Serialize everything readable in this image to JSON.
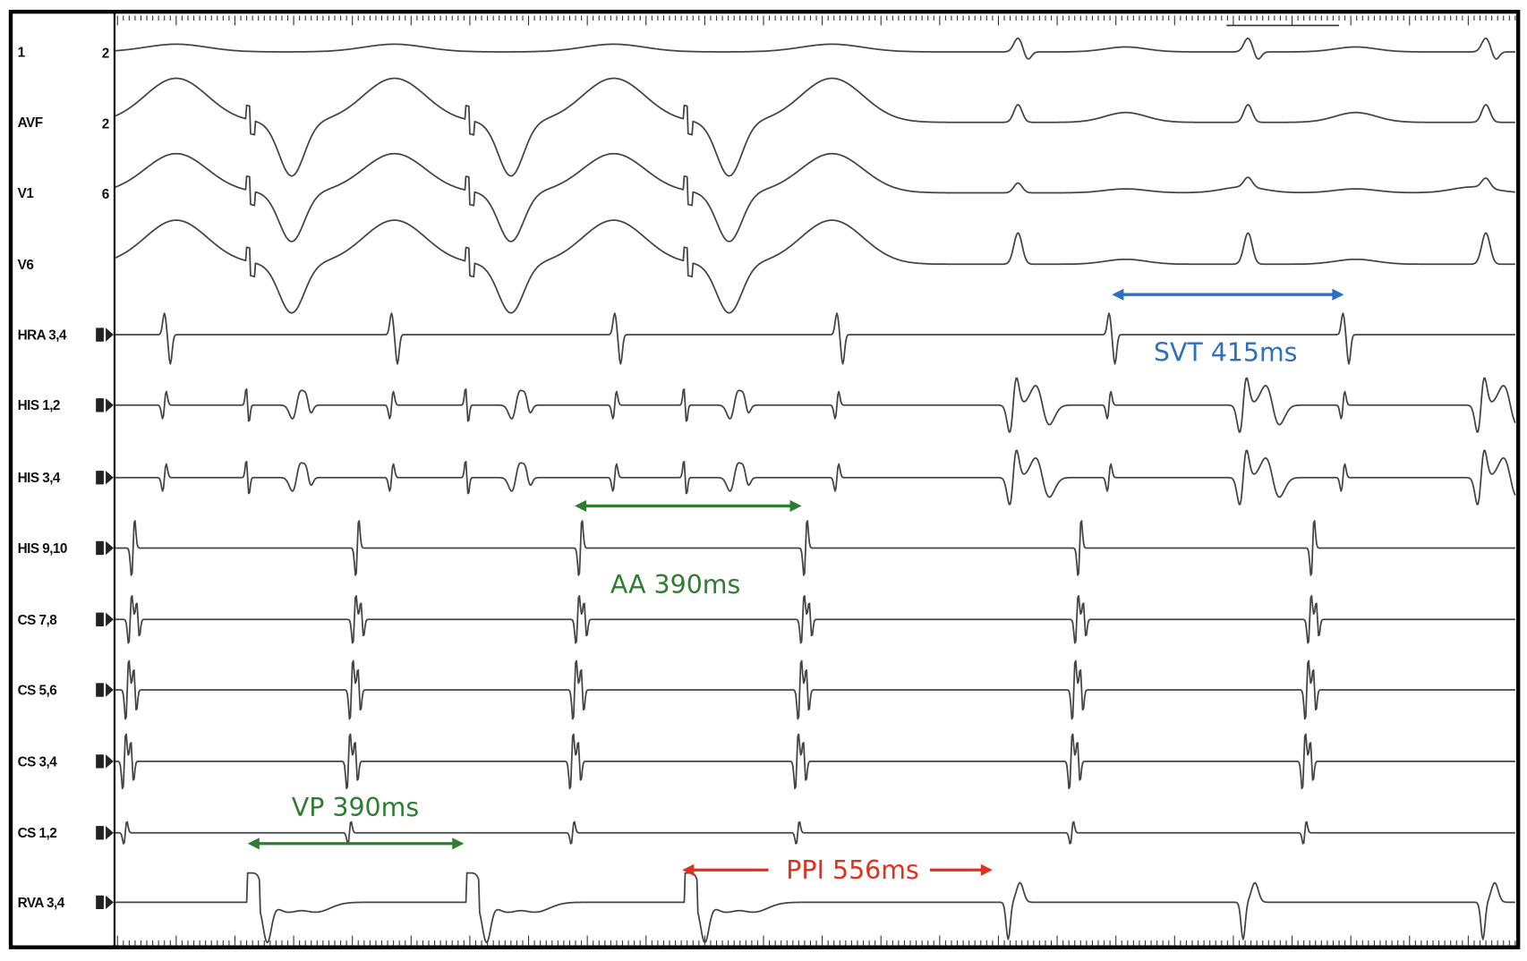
{
  "channels": [
    {
      "label": "1",
      "gain": "2"
    },
    {
      "label": "AVF",
      "gain": "2"
    },
    {
      "label": "V1",
      "gain": "6"
    },
    {
      "label": "V6",
      "gain": ""
    },
    {
      "label": "HRA 3,4",
      "gain": ""
    },
    {
      "label": "HIS 1,2",
      "gain": ""
    },
    {
      "label": "HIS 3,4",
      "gain": ""
    },
    {
      "label": "HIS 9,10",
      "gain": ""
    },
    {
      "label": "CS 7,8",
      "gain": ""
    },
    {
      "label": "CS 5,6",
      "gain": ""
    },
    {
      "label": "CS 3,4",
      "gain": ""
    },
    {
      "label": "CS 1,2",
      "gain": ""
    },
    {
      "label": "RVA 3,4",
      "gain": ""
    }
  ],
  "annotations": {
    "svt": {
      "text": "SVT 415ms",
      "color": "#2f6fbf"
    },
    "aa": {
      "text": "AA 390ms",
      "color": "#2e7d32"
    },
    "vp": {
      "text": "VP 390ms",
      "color": "#2e7d32"
    },
    "ppi": {
      "text": "PPI 556ms",
      "color": "#e0301e"
    }
  }
}
